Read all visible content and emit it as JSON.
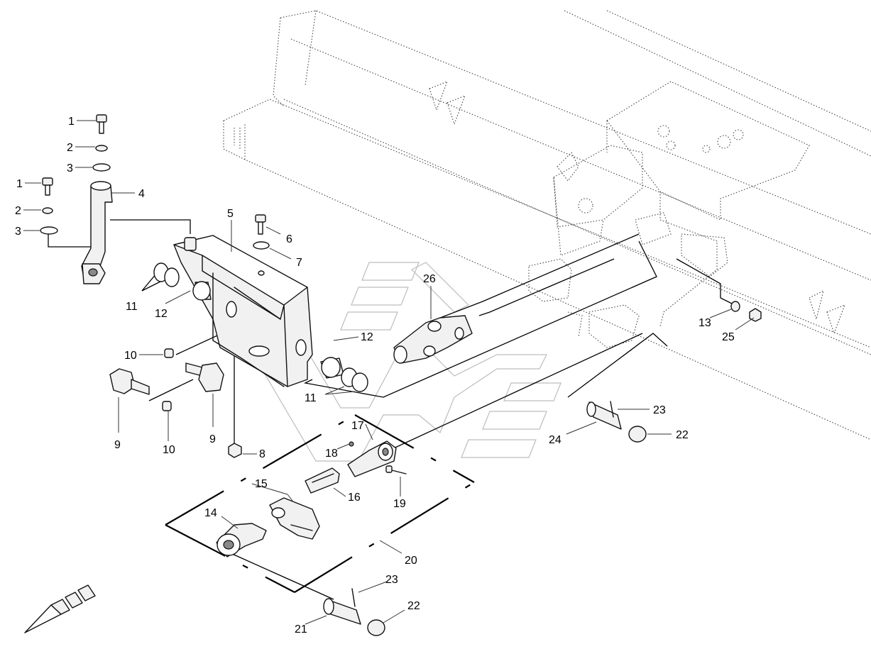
{
  "diagram": {
    "callouts": [
      {
        "id": "c1a",
        "label": "1"
      },
      {
        "id": "c2a",
        "label": "2"
      },
      {
        "id": "c3a",
        "label": "3"
      },
      {
        "id": "c1b",
        "label": "1"
      },
      {
        "id": "c2b",
        "label": "2"
      },
      {
        "id": "c3b",
        "label": "3"
      },
      {
        "id": "c4",
        "label": "4"
      },
      {
        "id": "c5",
        "label": "5"
      },
      {
        "id": "c6",
        "label": "6"
      },
      {
        "id": "c7",
        "label": "7"
      },
      {
        "id": "c8",
        "label": "8"
      },
      {
        "id": "c9a",
        "label": "9"
      },
      {
        "id": "c9b",
        "label": "9"
      },
      {
        "id": "c10a",
        "label": "10"
      },
      {
        "id": "c10b",
        "label": "10"
      },
      {
        "id": "c11a",
        "label": "11"
      },
      {
        "id": "c11b",
        "label": "11"
      },
      {
        "id": "c12a",
        "label": "12"
      },
      {
        "id": "c12b",
        "label": "12"
      },
      {
        "id": "c13",
        "label": "13"
      },
      {
        "id": "c14",
        "label": "14"
      },
      {
        "id": "c15",
        "label": "15"
      },
      {
        "id": "c16",
        "label": "16"
      },
      {
        "id": "c17",
        "label": "17"
      },
      {
        "id": "c18",
        "label": "18"
      },
      {
        "id": "c19",
        "label": "19"
      },
      {
        "id": "c20",
        "label": "20"
      },
      {
        "id": "c21",
        "label": "21"
      },
      {
        "id": "c22a",
        "label": "22"
      },
      {
        "id": "c22b",
        "label": "22"
      },
      {
        "id": "c23a",
        "label": "23"
      },
      {
        "id": "c23b",
        "label": "23"
      },
      {
        "id": "c24",
        "label": "24"
      },
      {
        "id": "c25",
        "label": "25"
      },
      {
        "id": "c26",
        "label": "26"
      }
    ],
    "colors": {
      "line": "#111111",
      "background": "#ffffff",
      "watermark": "#bdbdbd"
    }
  }
}
